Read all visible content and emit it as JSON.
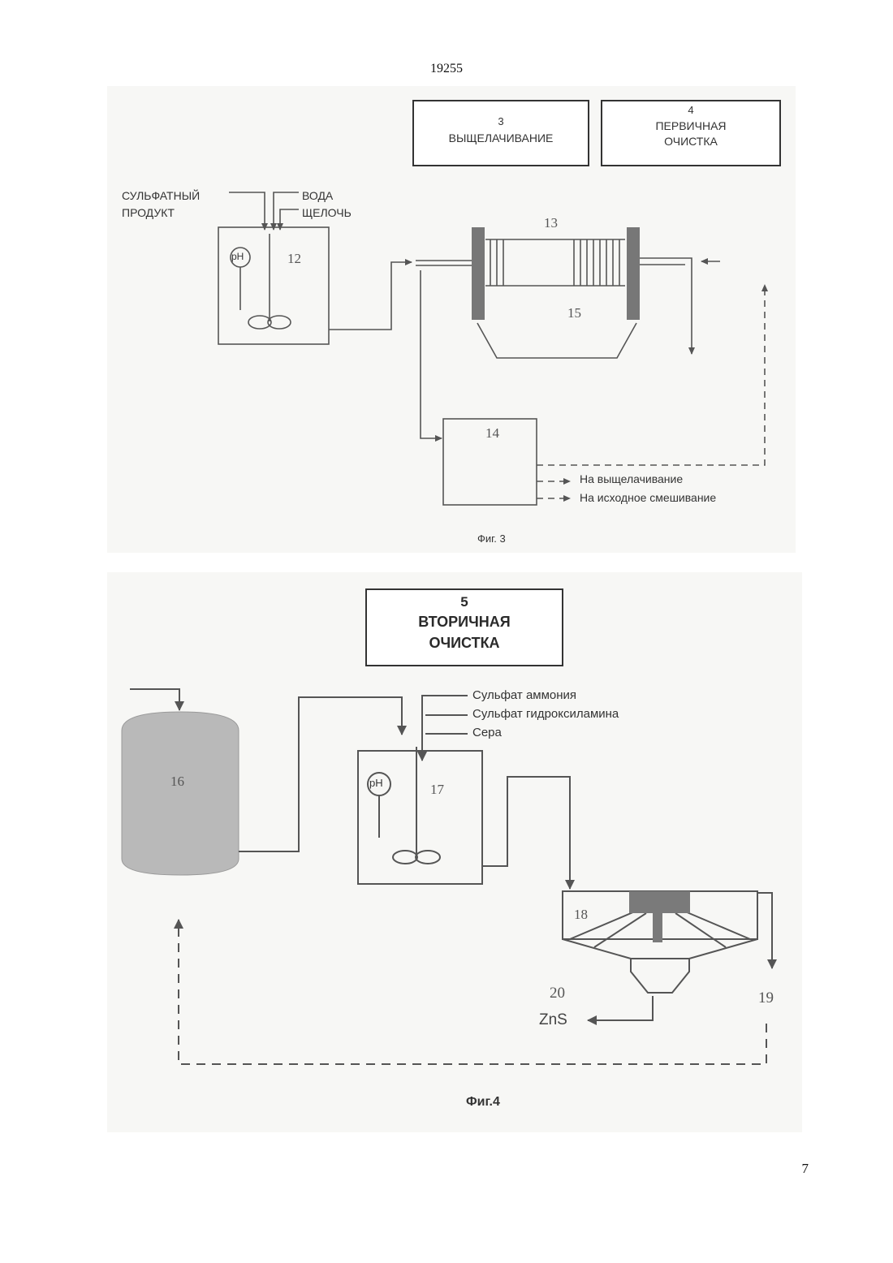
{
  "page": {
    "header_number": "19255",
    "footer_number": "7"
  },
  "fig3": {
    "caption": "Фиг. 3",
    "stages": [
      {
        "number": "3",
        "name": "ВЫЩЕЛАЧИВАНИЕ"
      },
      {
        "number": "4",
        "name_line1": "ПЕРВИЧНАЯ",
        "name_line2": "ОЧИСТКА"
      }
    ],
    "inputs": {
      "sulfate_line1": "СУЛЬФАТНЫЙ",
      "sulfate_line2": "ПРОДУКТ",
      "water": "ВОДА",
      "alkali": "ЩЕЛОЧЬ"
    },
    "ph_label": "pH",
    "unit_numbers": {
      "reactor": "12",
      "filter_press": "13",
      "tank": "14",
      "tray": "15"
    },
    "outputs": {
      "to_leaching": "На выщелачивание",
      "to_mixing": "На исходное смешивание"
    }
  },
  "fig4": {
    "caption": "Фиг.4",
    "stage": {
      "number": "5",
      "name_line1": "ВТОРИЧНАЯ",
      "name_line2": "ОЧИСТКА"
    },
    "reagents": [
      "Сульфат аммония",
      "Сульфат гидроксиламина",
      "Сера"
    ],
    "ph_label": "pH",
    "unit_numbers": {
      "tank": "16",
      "reactor": "17",
      "thickener": "18",
      "overflow": "19",
      "product": "20"
    },
    "product": "ZnS"
  },
  "colors": {
    "line": "#555555",
    "panel": "#f7f7f5",
    "tank_fill": "#b9b9b9",
    "dark_part": "#7a7a7a"
  }
}
